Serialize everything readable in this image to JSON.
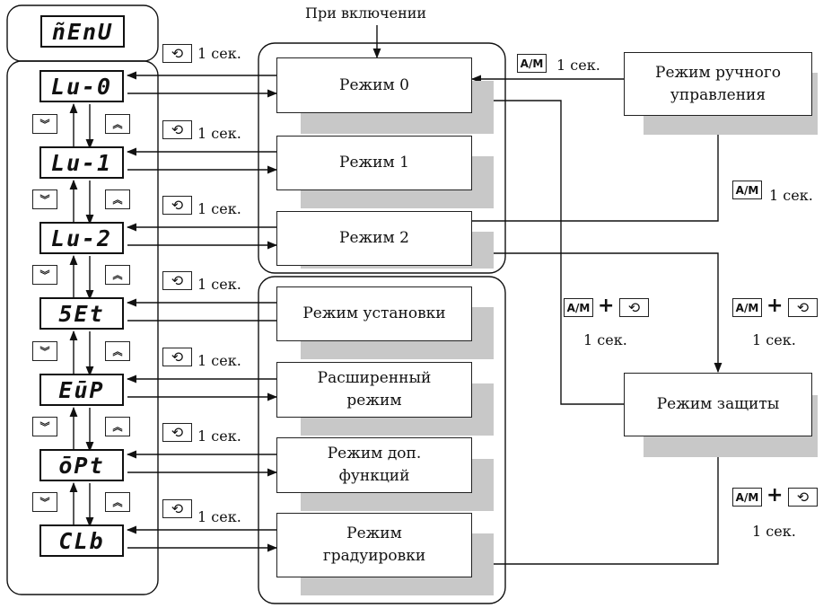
{
  "menu_display": "ñEnU",
  "displays": [
    "Lu-0",
    "Lu-1",
    "Lu-2",
    "5Et",
    "EūP",
    "ōPt",
    "CLb"
  ],
  "modes": {
    "m0": "Режим 0",
    "m1": "Режим 1",
    "m2": "Режим 2",
    "setup": "Режим установки",
    "ext": "Расширенный\nрежим",
    "opt": "Режим доп.\nфункций",
    "cal": "Режим\nградуировки",
    "manual": "Режим ручного\nуправления",
    "protect": "Режим защиты"
  },
  "labels": {
    "power_on": "При включении",
    "one_sec": "1 сек.",
    "plus": "+"
  },
  "keys": {
    "loop_symbol": "⟲",
    "am_a": "A",
    "am_m": "M",
    "down_symbol": "︾",
    "up_symbol": "︽"
  }
}
